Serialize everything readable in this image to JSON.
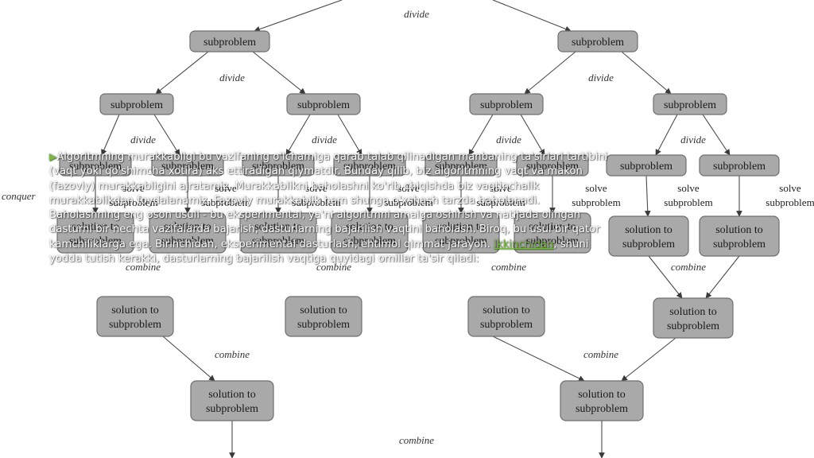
{
  "diagram": {
    "labels": {
      "divide": "divide",
      "combine": "combine",
      "conquer": "conquer",
      "subproblem": "subproblem",
      "solve": "solve",
      "solve_subproblem": "subproblem",
      "solution_line1": "solution to",
      "solution_line2": "subproblem"
    }
  },
  "overlay": {
    "paragraph_before_link": "Algoritmning murakkabligi bu vazifaning o'lchamiga qarab talab qilinadigan manbaning ta'sirlari tartibini (vaqt yoki qo'shimcha xotira) aks ettiradigan qiymatdir. Bunday qilib, biz algoritmning vaqt va makon (fazoviy) murakkabligini ajratamiz. Murakkablikni baholashni ko'rib chiqishda biz vaqtinchalik murakkablikdan foydalanamiz. Fazoviy murakkablik ham shunga o'xshash tarzda baholanadi. Baholashning eng oson usuli - bu eksperimental, ya'ni algoritmni amalga oshirish va natijada olingan dasturni bir nechta vazifalarda bajarish, dasturlarning bajarilish vaqtini baholash. Biroq, bu usul bir qator kamchiliklarga ega. Birinchidan, eksperimental dasturlash, ehtimol qimmat jarayon.",
    "link_text": "Ikkinchidan",
    "paragraph_after_link": ", shuni yodda tutish kerakki, dasturlarning bajarilish vaqtiga quyidagi omillar ta'sir qiladi:"
  }
}
